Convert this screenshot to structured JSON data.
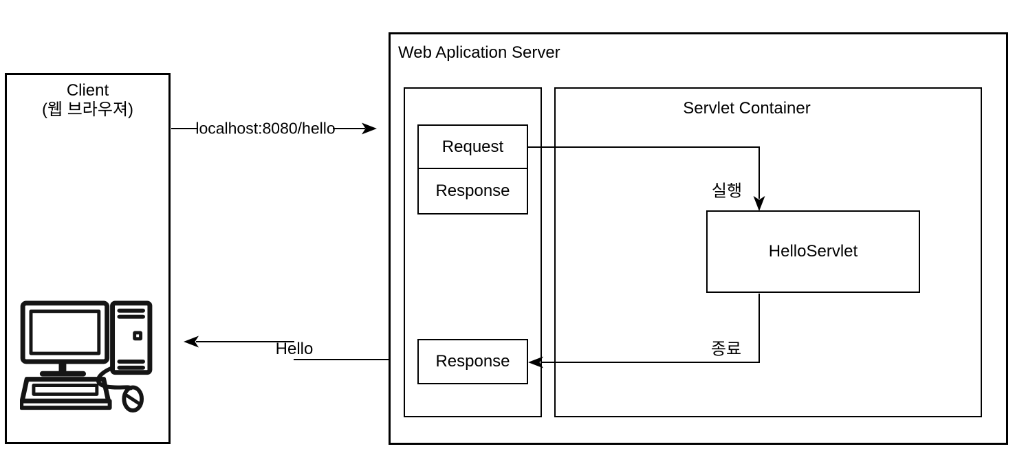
{
  "client": {
    "title": "Client",
    "subtitle": "(웹 브라우져)"
  },
  "server": {
    "title": "Web Aplication Server"
  },
  "handler": {
    "request": "Request",
    "response_top": "Response",
    "response_bottom": "Response"
  },
  "container": {
    "title": "Servlet Container",
    "servlet": "HelloServlet"
  },
  "flow": {
    "request_url": "localhost:8080/hello",
    "execute": "실행",
    "terminate": "종료",
    "response_message": "Hello"
  },
  "icons": {
    "client_machine": "desktop-computer-icon"
  },
  "colors": {
    "stroke": "#000000",
    "background": "#ffffff",
    "text": "#000000"
  }
}
